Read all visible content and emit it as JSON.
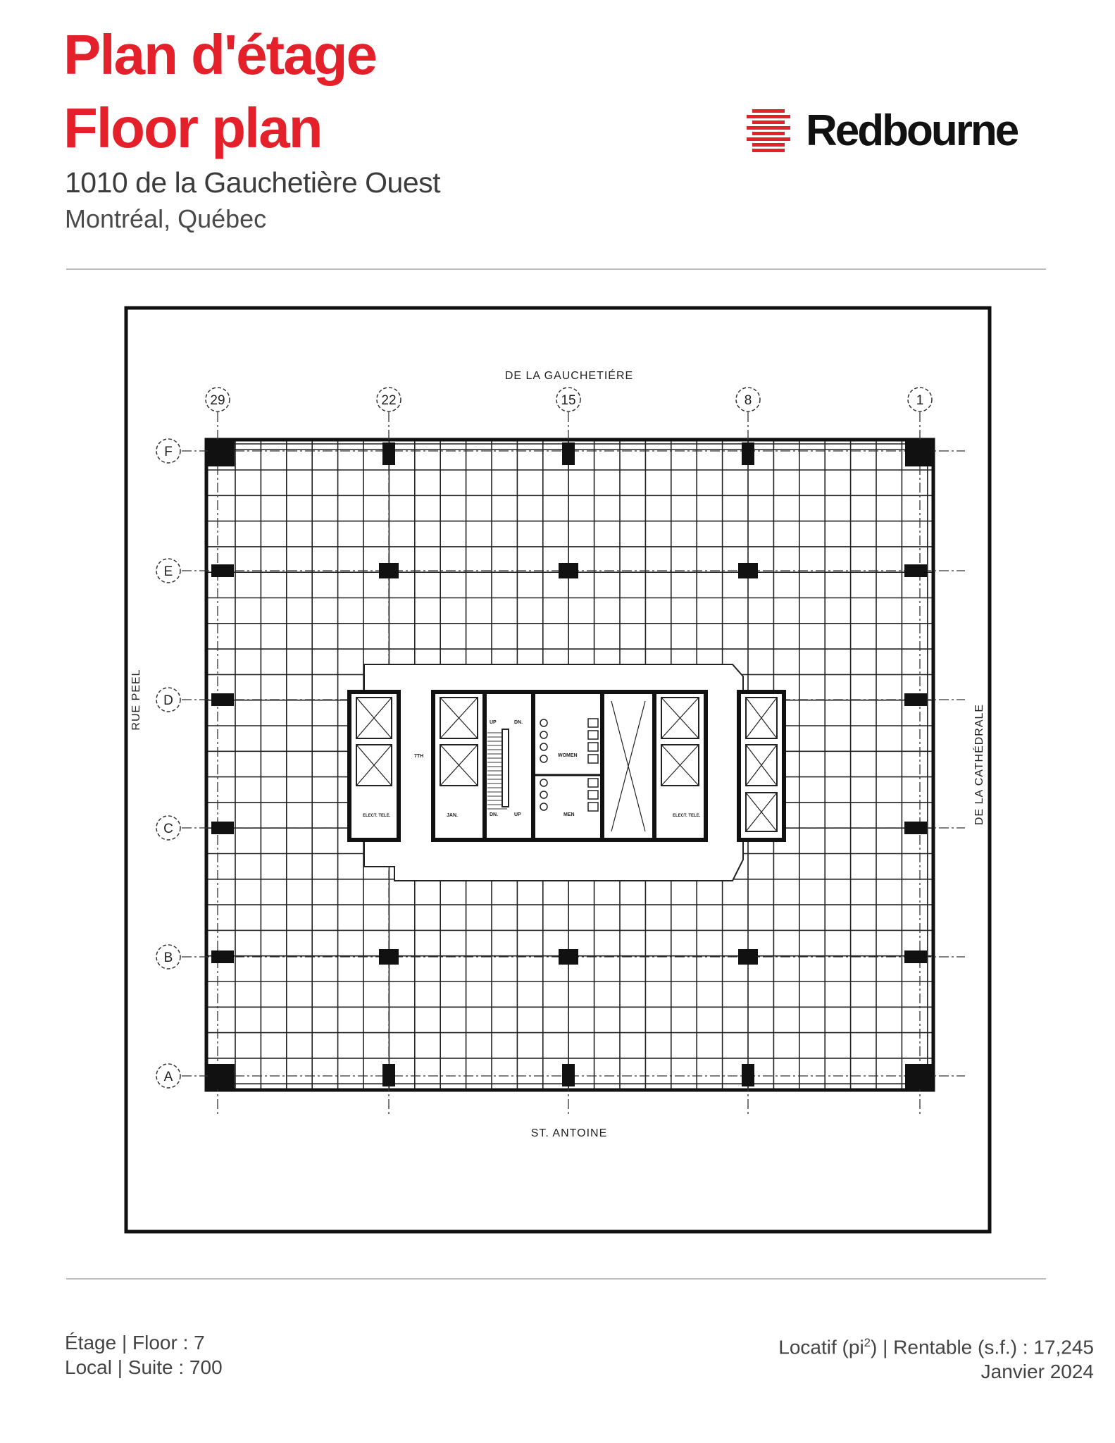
{
  "header": {
    "title_fr": "Plan d'étage",
    "title_en": "Floor plan",
    "address": "1010 de la Gauchetière Ouest",
    "city": "Montréal, Québec"
  },
  "logo": {
    "name": "Redbourne",
    "icon": "redbourne-stripes-icon",
    "color": "#e4202a"
  },
  "plan": {
    "street_north": "DE LA GAUCHETIÉRE",
    "street_south": "ST. ANTOINE",
    "street_west": "RUE PEEL",
    "street_east": "DE LA CATHÉDRALE",
    "column_labels": [
      "29",
      "22",
      "15",
      "8",
      "1"
    ],
    "row_labels": [
      "F",
      "E",
      "D",
      "C",
      "B",
      "A"
    ],
    "core_labels": {
      "lobby": "7TH",
      "janitor": "JAN.",
      "elec_left": "ELECT. TELE.",
      "elec_right": "ELECT. TELE.",
      "up": "UP",
      "down": "DN.",
      "women": "WOMEN",
      "men": "MEN"
    }
  },
  "footer": {
    "floor": "Étage | Floor : 7",
    "suite": "Local | Suite :  700",
    "rentable_prefix": "Locatif (pi",
    "rentable_sup": "2",
    "rentable_suffix": ") | Rentable (s.f.) : 17,245",
    "date": "Janvier 2024"
  },
  "colors": {
    "accent": "#e4202a",
    "text": "#444444",
    "rule": "#bdbdbd"
  }
}
